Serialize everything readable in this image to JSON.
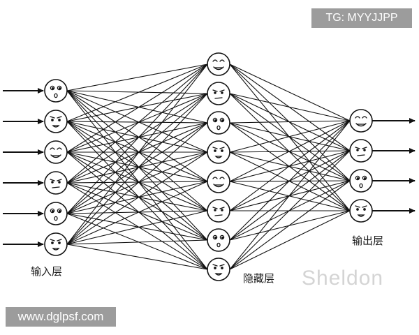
{
  "watermark_top": "TG: MYYJJPP",
  "watermark_bottom": "www.dglpsf.com",
  "faint_watermark": "Sheldon",
  "labels": {
    "input": "输入层",
    "hidden": "隐藏层",
    "output": "输出层"
  },
  "network": {
    "layers": [
      {
        "name": "input",
        "nodes": 6
      },
      {
        "name": "hidden",
        "nodes": 8
      },
      {
        "name": "output",
        "nodes": 4
      }
    ],
    "connections": "fully connected between adjacent layers",
    "inputs": "arrow into each input node",
    "outputs": "arrow out of each output node",
    "node_icon": "face-icon"
  },
  "colors": {
    "line": "#111111",
    "badge": "#9c9c9c",
    "background": "#ffffff"
  }
}
